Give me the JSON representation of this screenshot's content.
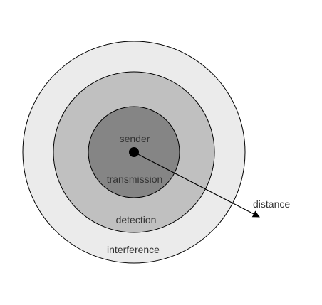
{
  "diagram": {
    "labels": {
      "sender": "sender",
      "transmission": "transmission",
      "detection": "detection",
      "interference": "interference",
      "distance": "distance"
    },
    "colors": {
      "interference_zone": "#ebebeb",
      "detection_zone": "#c0c0c0",
      "transmission_zone": "#858585",
      "sender_dot": "#000000",
      "outline": "#000000",
      "background": "#ffffff"
    }
  }
}
